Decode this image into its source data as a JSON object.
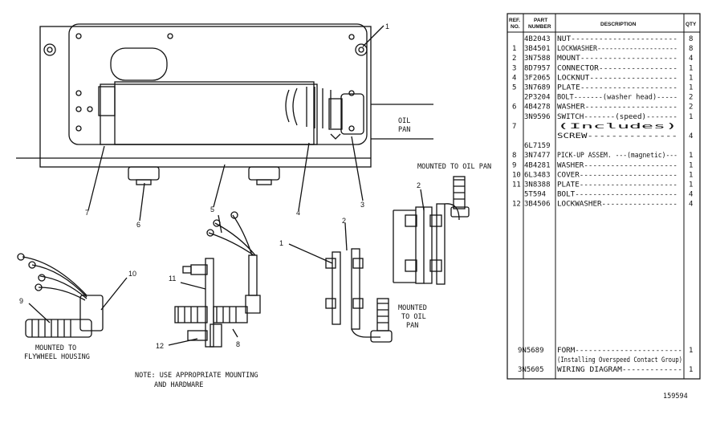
{
  "callouts": {
    "c1": "1",
    "c2": "2",
    "c3": "3",
    "c4": "4",
    "c5": "5",
    "c6": "6",
    "c7": "7",
    "c8": "8",
    "c9": "9",
    "c10": "10",
    "c11": "11",
    "c12": "12",
    "c1b": "1",
    "c2b": "2"
  },
  "labels": {
    "oil_pan_1": "OIL",
    "oil_pan_2": "PAN",
    "mounted_to_oil_pan_top": "MOUNTED TO OIL PAN",
    "mounted_to_oil_pan_1": "MOUNTED",
    "mounted_to_oil_pan_2": "TO OIL",
    "mounted_to_oil_pan_3": "PAN",
    "mounted_to_flywheel_1": "MOUNTED TO",
    "mounted_to_flywheel_2": "FLYWHEEL HOUSING",
    "note_1": "NOTE: USE APPROPRIATE MOUNTING",
    "note_2": "AND HARDWARE",
    "doc_number": "159594"
  },
  "parts_table": {
    "headers": {
      "ref": "REF. NO.",
      "part": "PART NUMBER",
      "desc": "DESCRIPTION",
      "qty": "QTY"
    },
    "rows": [
      {
        "ref": "",
        "part": "4B2043",
        "desc": "NUT-----------------------",
        "qty": "8"
      },
      {
        "ref": "1",
        "part": "3B4501",
        "desc": "LOCKWASHER--------------------",
        "qty": "8"
      },
      {
        "ref": "2",
        "part": "3N7588",
        "desc": "MOUNT---------------------",
        "qty": "4"
      },
      {
        "ref": "3",
        "part": "8D7957",
        "desc": "CONNECTOR-----------------",
        "qty": "1"
      },
      {
        "ref": "4",
        "part": "3F2065",
        "desc": "LOCKNUT-------------------",
        "qty": "1"
      },
      {
        "ref": "5",
        "part": "3N7689",
        "desc": "PLATE---------------------",
        "qty": "1"
      },
      {
        "ref": "",
        "part": "2P3204",
        "desc": "BOLT-------(washer head)-----",
        "qty": "2"
      },
      {
        "ref": "6",
        "part": "4B4278",
        "desc": "WASHER--------------------",
        "qty": "2"
      },
      {
        "ref": "",
        "part": "3N9596",
        "desc": "SWITCH-------(speed)-------",
        "qty": "1"
      },
      {
        "ref": "7",
        "part": "",
        "desc": "(Includes)",
        "qty": ""
      },
      {
        "ref": "",
        "part": "",
        "desc": "SCREW---------------",
        "qty": "4"
      },
      {
        "ref": "",
        "part": "6L7159",
        "desc": "",
        "qty": ""
      },
      {
        "ref": "8",
        "part": "3N7477",
        "desc": "PICK-UP ASSEM. ---(magnetic)---",
        "qty": "1"
      },
      {
        "ref": "9",
        "part": "4B4281",
        "desc": "WASHER---------------------",
        "qty": "1"
      },
      {
        "ref": "10",
        "part": "6L3483",
        "desc": "COVER----------------------",
        "qty": "1"
      },
      {
        "ref": "11",
        "part": "3N8388",
        "desc": "PLATE----------------------",
        "qty": "1"
      },
      {
        "ref": "",
        "part": "5T594",
        "desc": "BOLT-----------------------",
        "qty": "4"
      },
      {
        "ref": "12",
        "part": "3B4506",
        "desc": "LOCKWASHER-----------------",
        "qty": "4"
      }
    ],
    "footer_rows": [
      {
        "part": "9N5689",
        "desc": "FORM------------------------",
        "qty": "1"
      },
      {
        "part": "",
        "desc": "(Installing Overspeed Contact Group)",
        "qty": ""
      },
      {
        "part": "3N5605",
        "desc": "WIRING DIAGRAM-------------",
        "qty": "1"
      }
    ]
  }
}
